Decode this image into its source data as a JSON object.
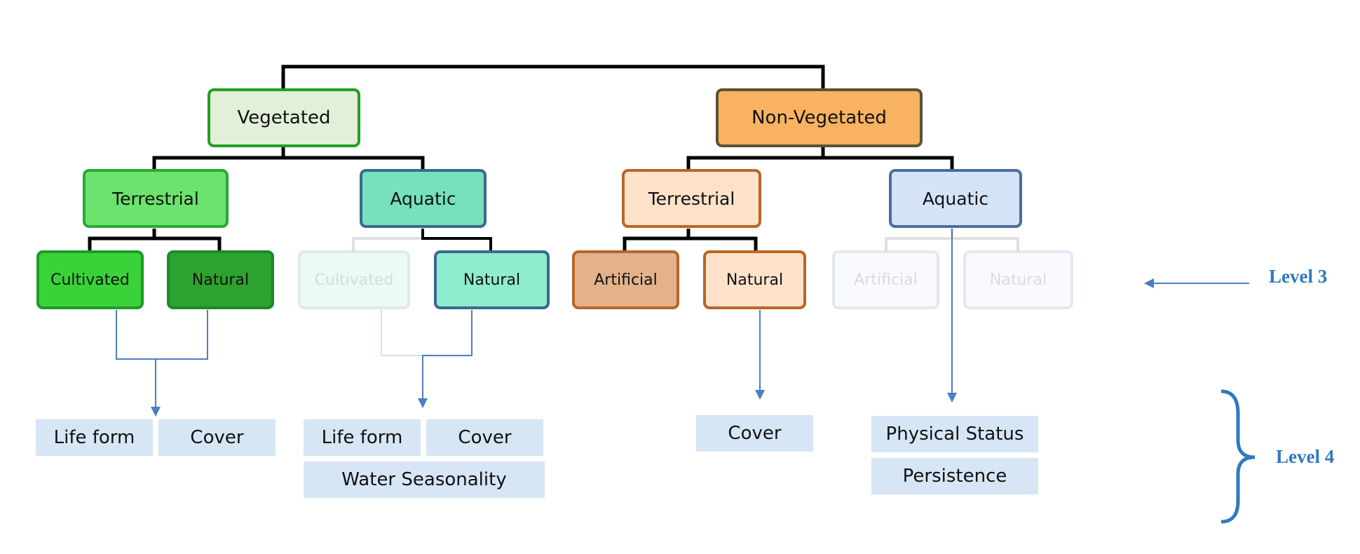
{
  "level1": {
    "vegetated": "Vegetated",
    "non_vegetated": "Non-Vegetated"
  },
  "vegetated": {
    "terrestrial": {
      "label": "Terrestrial",
      "children": [
        "Cultivated",
        "Natural"
      ]
    },
    "aquatic": {
      "label": "Aquatic",
      "children": [
        "Cultivated",
        "Natural"
      ]
    }
  },
  "non_vegetated": {
    "terrestrial": {
      "label": "Terrestrial",
      "children": [
        "Artificial",
        "Natural"
      ]
    },
    "aquatic": {
      "label": "Aquatic",
      "children": [
        "Artificial",
        "Natural"
      ]
    }
  },
  "level4": {
    "veg_terrestrial": [
      "Life form",
      "Cover"
    ],
    "veg_aquatic": [
      "Life form",
      "Cover",
      "Water Seasonality"
    ],
    "nonveg_terrestrial": [
      "Cover"
    ],
    "nonveg_aquatic": [
      "Physical Status",
      "Persistence"
    ]
  },
  "level_labels": {
    "level3": "Level 3",
    "level4": "Level 4"
  },
  "colors": {
    "vegetated_fill": "#e2efd9",
    "non_vegetated_fill": "#f8b262",
    "connector": "#4a7ec2",
    "attribute_fill": "#d6e6f5",
    "level_text": "#2f79bf"
  }
}
